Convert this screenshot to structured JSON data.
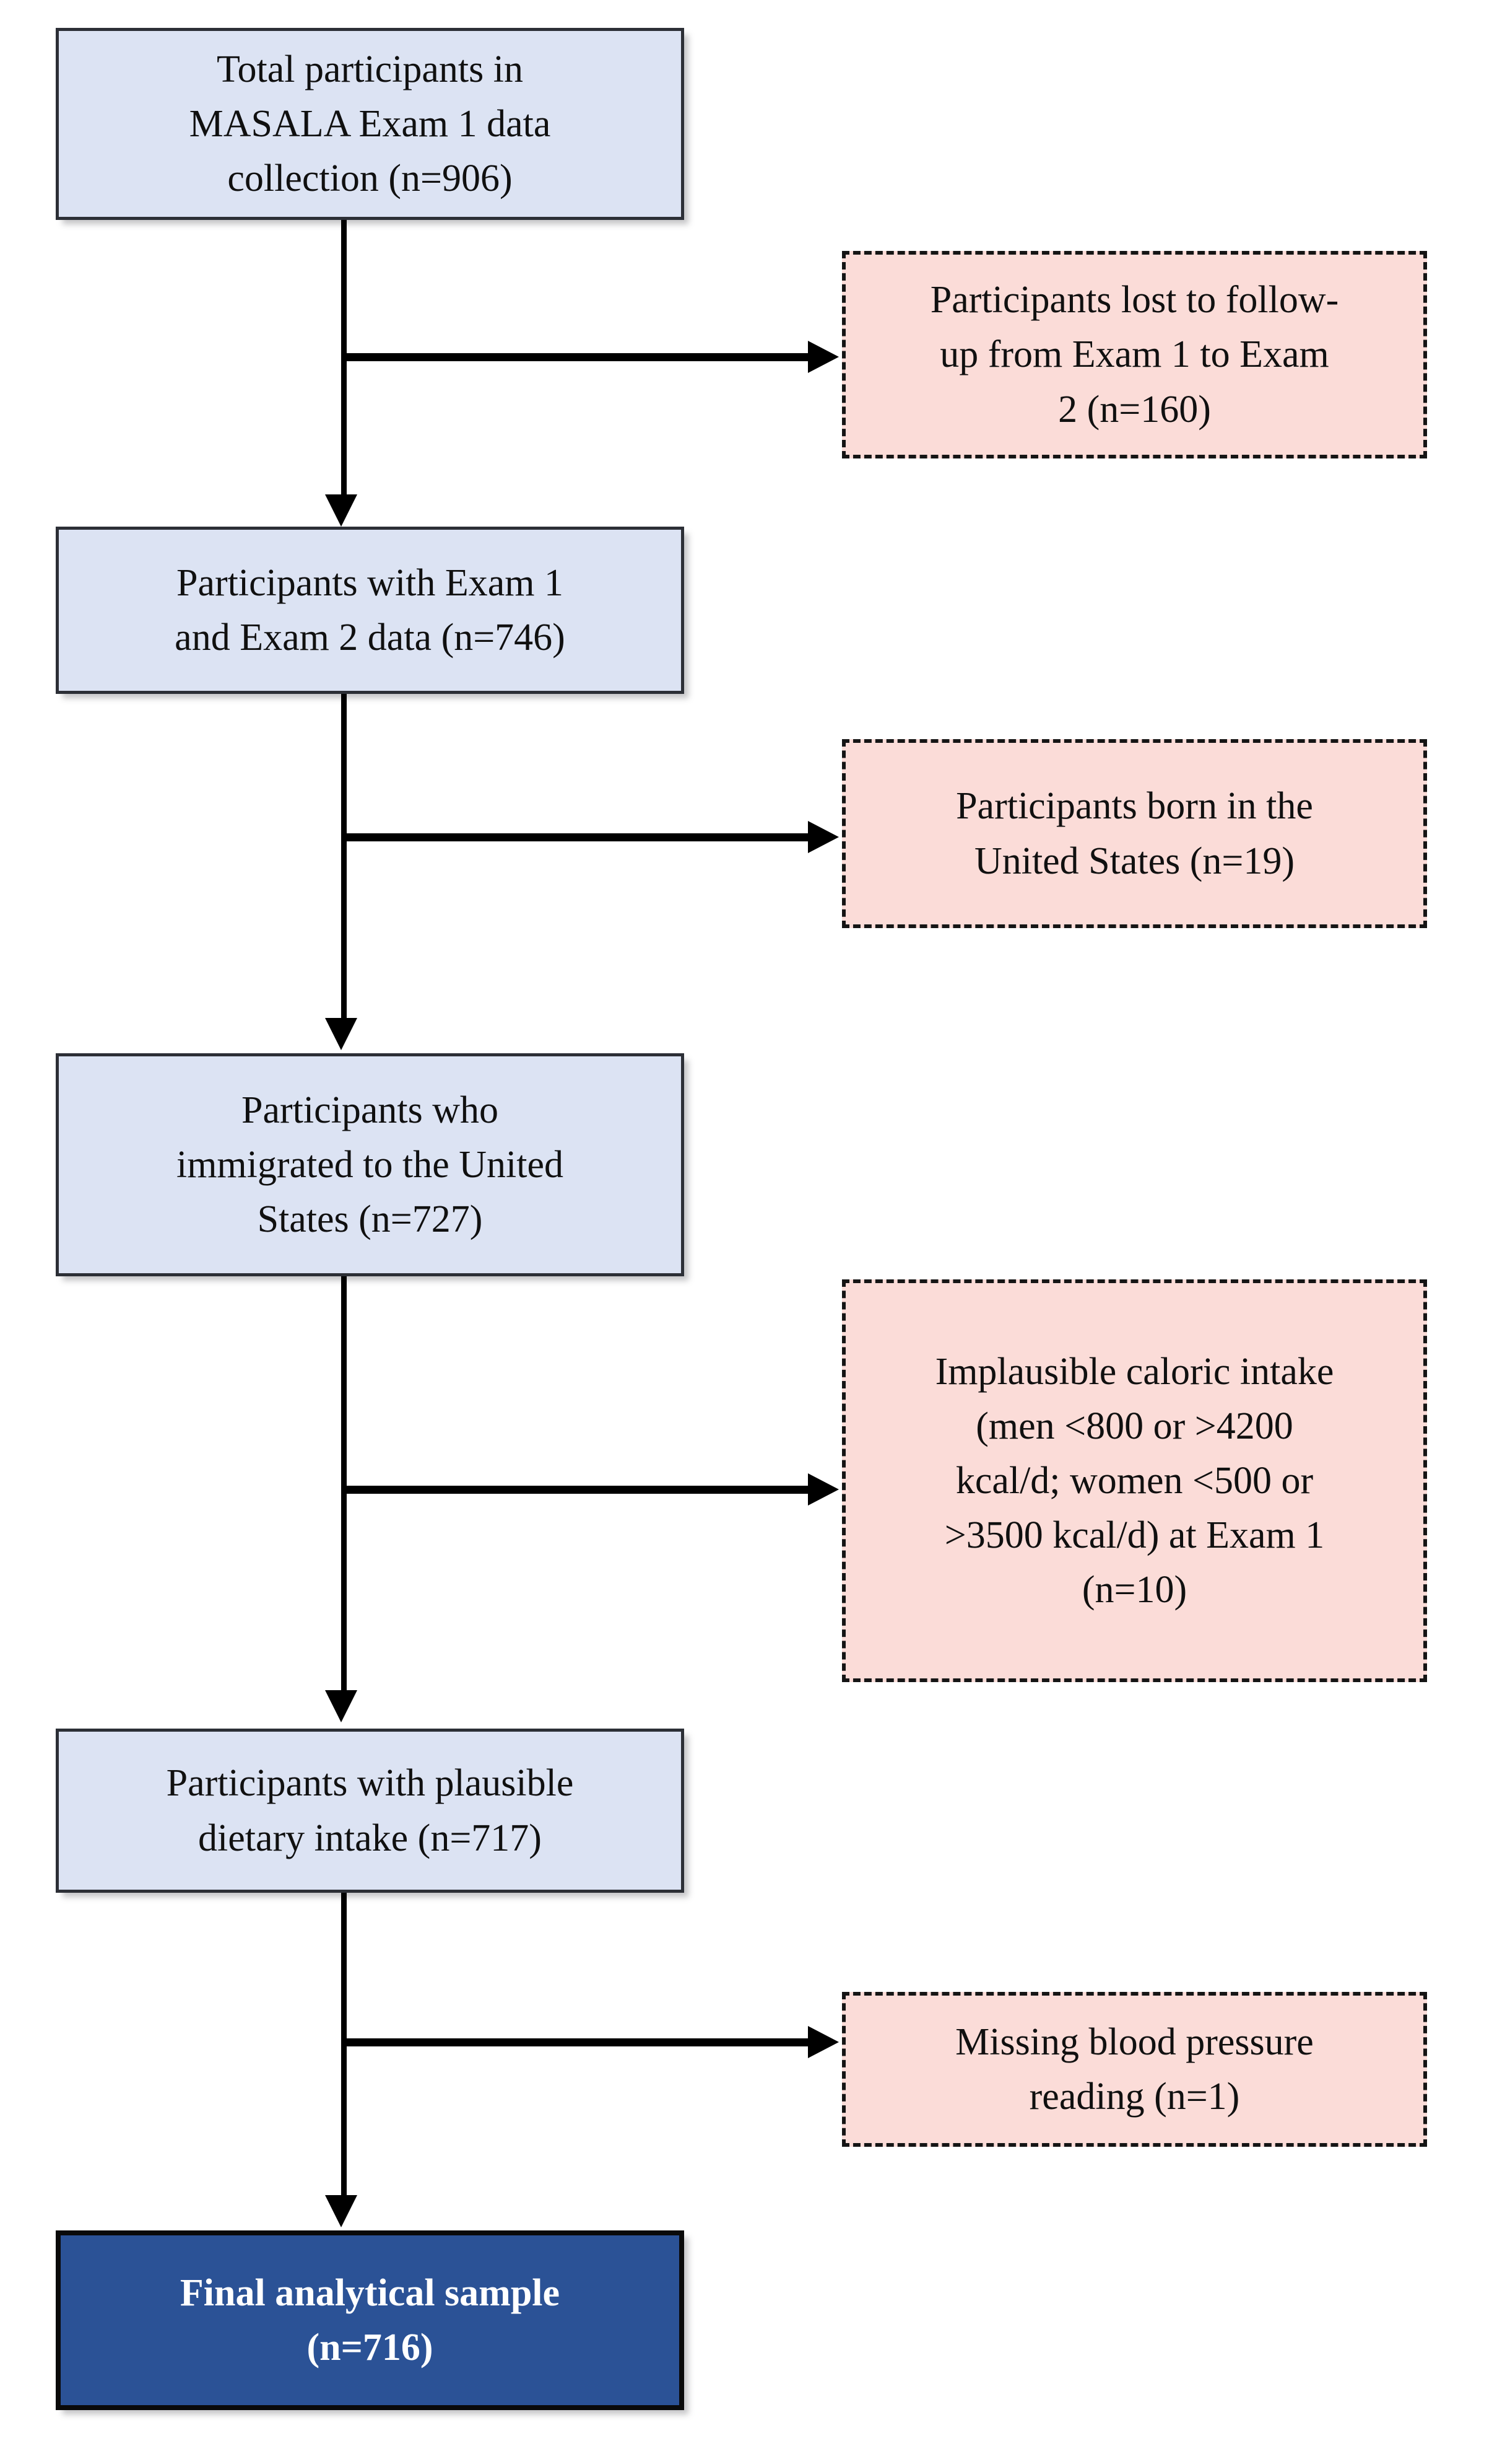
{
  "figure": {
    "type": "participant-flow-diagram",
    "study": "MASALA",
    "colors": {
      "include_fill": "#dce3f3",
      "include_border": "#2c2f36",
      "exclude_fill": "#fbdcd8",
      "exclude_border": "#151515",
      "final_fill": "#2b5296",
      "final_border": "#0a0a0a",
      "final_text": "#ffffff",
      "connector": "#000000",
      "background": "#ffffff"
    }
  },
  "nodes": {
    "include": [
      {
        "id": "total-participants",
        "text": "Total participants in\nMASALA Exam 1 data\ncollection (n=906)",
        "n": 906
      },
      {
        "id": "exam1-and-exam2",
        "text": "Participants with Exam 1\nand Exam 2 data (n=746)",
        "n": 746
      },
      {
        "id": "immigrated-to-us",
        "text": "Participants who\nimmigrated to the United\nStates (n=727)",
        "n": 727
      },
      {
        "id": "plausible-dietary-intake",
        "text": "Participants with plausible\ndietary intake (n=717)",
        "n": 717
      }
    ],
    "exclude": [
      {
        "id": "lost-to-followup",
        "text": "Participants lost to follow-\nup from Exam 1 to Exam\n2 (n=160)",
        "n": 160
      },
      {
        "id": "born-in-us",
        "text": "Participants born in the\nUnited States (n=19)",
        "n": 19
      },
      {
        "id": "implausible-caloric-intake",
        "text": "Implausible caloric intake\n(men <800 or >4200\nkcal/d; women <500 or\n>3500 kcal/d) at Exam 1\n(n=10)",
        "n": 10
      },
      {
        "id": "missing-blood-pressure",
        "text": "Missing blood pressure\nreading (n=1)",
        "n": 1
      }
    ],
    "final": {
      "id": "final-analytical-sample",
      "text": "Final analytical sample\n(n=716)",
      "n": 716
    }
  },
  "flow": {
    "sequence": [
      906,
      746,
      727,
      717,
      716
    ],
    "exclusions": [
      160,
      19,
      10,
      1
    ]
  }
}
